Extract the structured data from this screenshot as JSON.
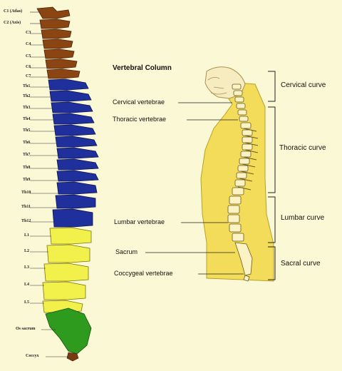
{
  "left_labels": [
    "C1 (Atlas)",
    "C2 (Axis)",
    "C3",
    "C4",
    "C5",
    "C6",
    "C7",
    "Th1",
    "Th2",
    "Th3",
    "Th4",
    "Th5",
    "Th6",
    "Th7",
    "Th8",
    "Th9",
    "Th10",
    "Th11",
    "Th12",
    "L1",
    "L2",
    "L3",
    "L4",
    "L5",
    "Os sacrum",
    "Coccyx"
  ],
  "title": "Vertebral Column",
  "right_labels": [
    "Cervical vertebrae",
    "Thoracic vertebrae",
    "Lumbar vertebrae",
    "Sacrum",
    "Coccygeal vertebrae"
  ],
  "curves": [
    "Cervical curve",
    "Thoracic curve",
    "Lumbar curve",
    "Sacral curve"
  ],
  "colors": {
    "background": "#fbf8d6",
    "cervical": "#8b4513",
    "thoracic": "#1f2f9c",
    "lumbar": "#f2f04a",
    "sacrum": "#2e9a1e",
    "body": "#f3dc5a"
  }
}
